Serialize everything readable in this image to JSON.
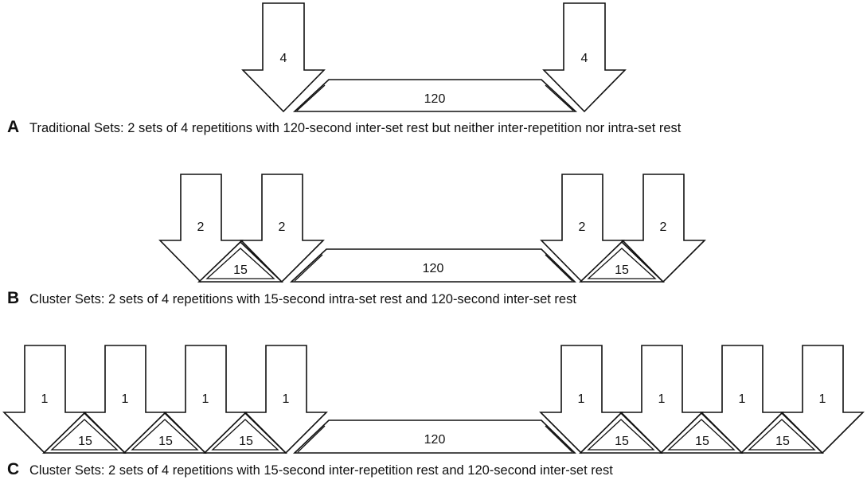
{
  "panels": [
    {
      "letter": "A",
      "caption": "Traditional Sets: 2 sets of 4 repetitions with 120-second inter-set rest but neither inter-repetition nor intra-set rest",
      "set1_reps": [
        "4"
      ],
      "intra_rests": [],
      "inter_rest": "120",
      "set2_reps": [
        "4"
      ]
    },
    {
      "letter": "B",
      "caption": "Cluster Sets: 2 sets of 4 repetitions with 15-second intra-set rest and 120-second inter-set rest",
      "set1_reps": [
        "2",
        "2"
      ],
      "intra_rests": [
        "15"
      ],
      "inter_rest": "120",
      "set2_reps": [
        "2",
        "2"
      ]
    },
    {
      "letter": "C",
      "caption": "Cluster Sets: 2 sets of 4 repetitions with 15-second inter-repetition rest and 120-second inter-set rest",
      "set1_reps": [
        "1",
        "1",
        "1",
        "1"
      ],
      "intra_rests": [
        "15",
        "15",
        "15"
      ],
      "inter_rest": "120",
      "set2_reps": [
        "1",
        "1",
        "1",
        "1"
      ]
    }
  ]
}
